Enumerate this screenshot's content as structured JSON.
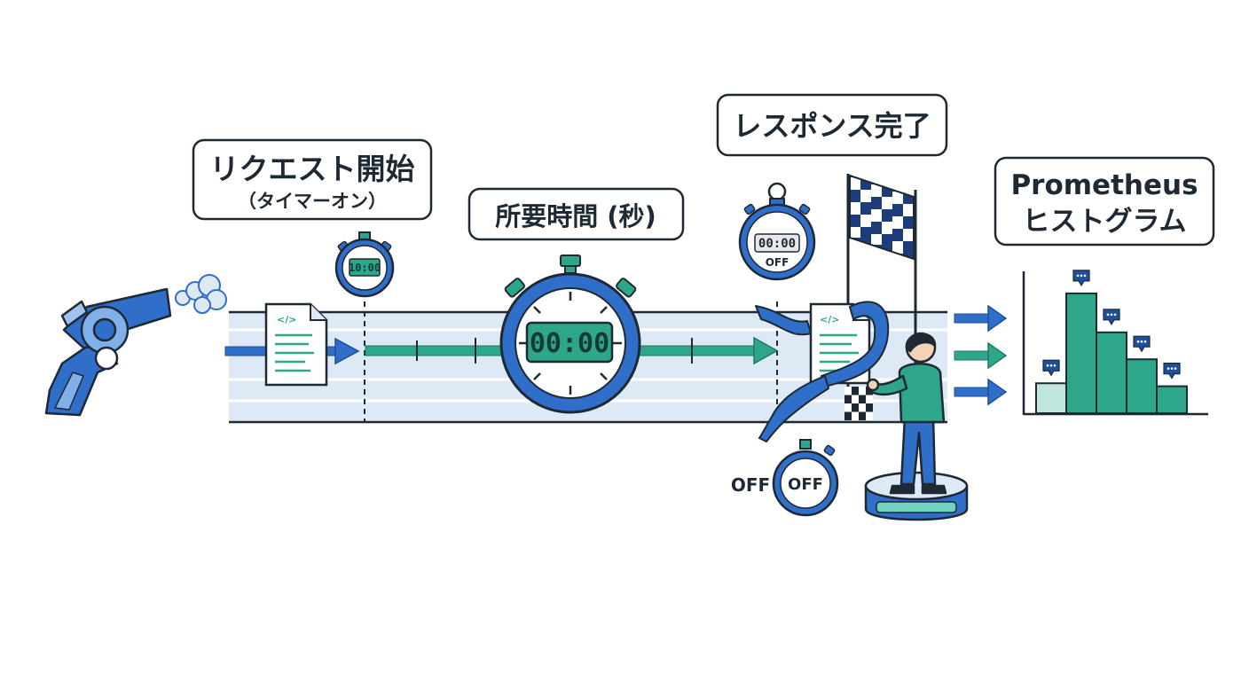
{
  "labels": {
    "request_start_line1": "リクエスト開始",
    "request_start_line2": "（タイマーオン）",
    "duration": "所要時間 (秒)",
    "response_done": "レスポンス完了",
    "histogram_line1": "Prometheus",
    "histogram_line2": "ヒストグラム"
  },
  "timers": {
    "start_display": "10:00",
    "main_display": "00:00",
    "end_display": "00:00",
    "end_state": "OFF",
    "off_outer": "OFF",
    "off_inner": "OFF"
  },
  "icons": [
    "starter-pistol-icon",
    "request-document-icon",
    "response-document-icon",
    "stopwatch-icon",
    "checkered-flag-icon",
    "finish-ribbon-icon",
    "person-icon",
    "histogram-icon",
    "comment-icon"
  ],
  "colors": {
    "primary_blue": "#2f6fc9",
    "dark_blue": "#1d4f9e",
    "teal": "#2ea68a",
    "light_blue_band": "#dde9f5",
    "outline": "#1f2933"
  },
  "chart_data": {
    "type": "bar",
    "categories": [
      "",
      "",
      "",
      "",
      ""
    ],
    "values": [
      1.0,
      4.0,
      2.7,
      1.8,
      0.9
    ],
    "ylim": [
      0,
      4.5
    ],
    "grid": false
  }
}
